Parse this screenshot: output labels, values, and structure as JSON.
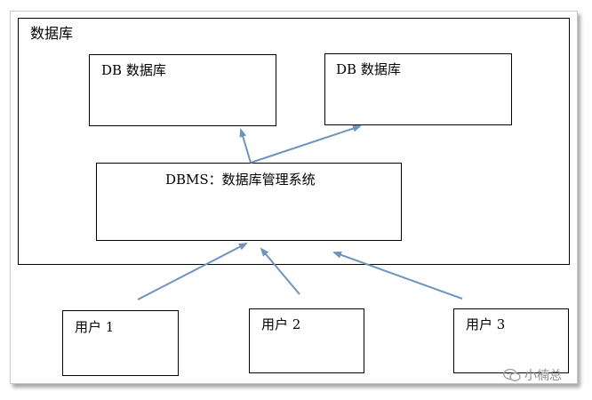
{
  "container": {
    "label": "数据库"
  },
  "db_boxes": [
    {
      "label": "DB  数据库"
    },
    {
      "label": "DB  数据库"
    }
  ],
  "dbms": {
    "label": "DBMS：数据库管理系统"
  },
  "users": [
    {
      "label": "用户 1"
    },
    {
      "label": "用户 2"
    },
    {
      "label": "用户 3"
    }
  ],
  "watermark": {
    "text": "小楠总"
  },
  "colors": {
    "arrow": "#6e93bf",
    "box_border": "#000000"
  },
  "edges": [
    {
      "from": "dbms",
      "to": "db-1"
    },
    {
      "from": "dbms",
      "to": "db-2"
    },
    {
      "from": "user-1",
      "to": "dbms"
    },
    {
      "from": "user-2",
      "to": "dbms"
    },
    {
      "from": "user-3",
      "to": "dbms"
    }
  ]
}
